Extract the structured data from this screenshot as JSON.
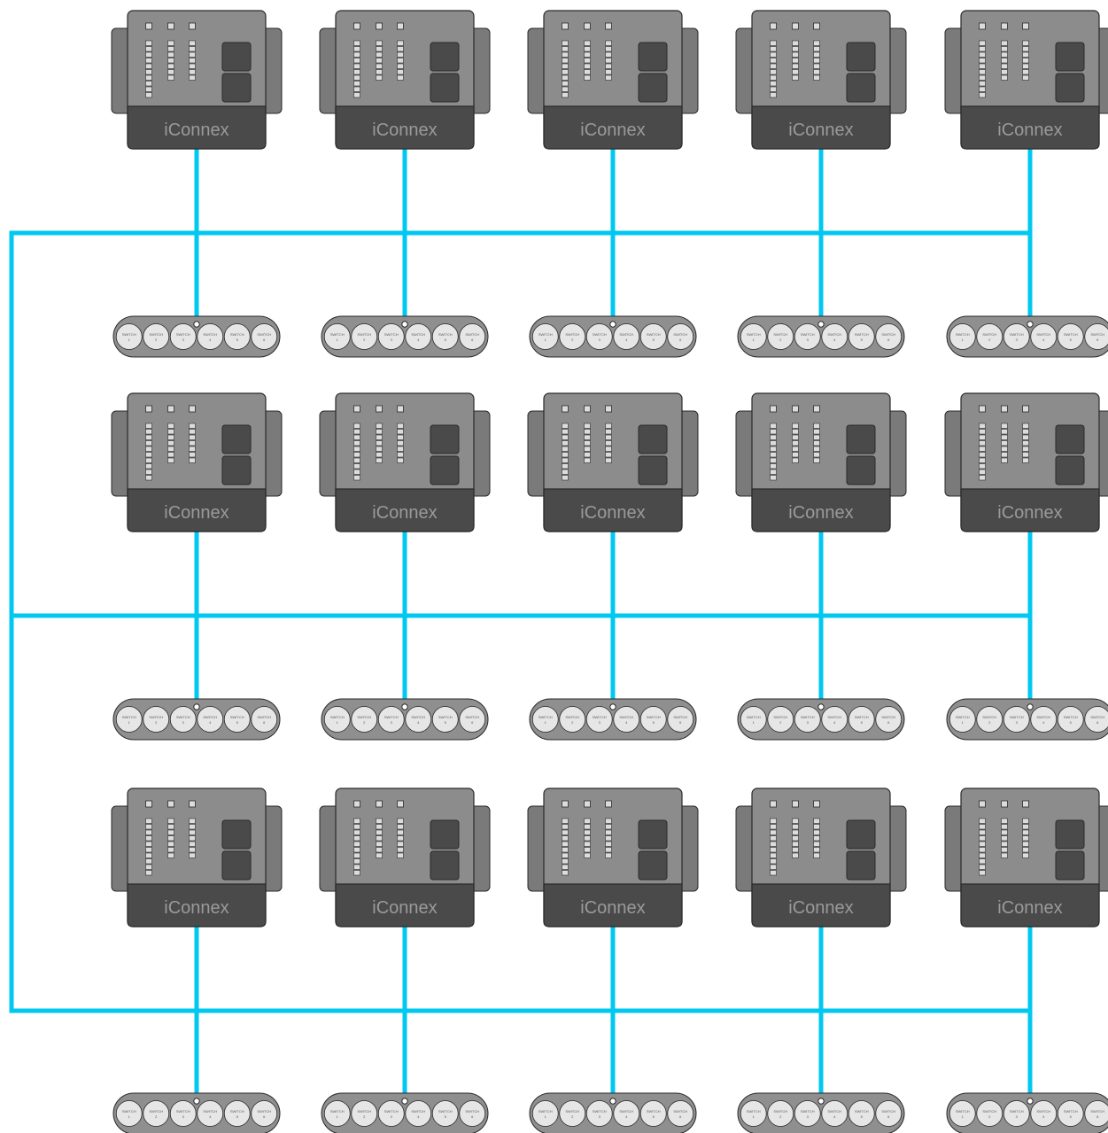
{
  "diagram": {
    "device": {
      "brand_label": "iConnex",
      "count_per_row": 5,
      "rows": 3
    },
    "switch_bank": {
      "switch_label": "SWITCH",
      "switch_numbers": [
        "1",
        "2",
        "3",
        "4",
        "5",
        "6"
      ]
    },
    "colors": {
      "bus": "#00c8f0",
      "device_body": "#8c8c8c",
      "device_bar": "#4a4a4a",
      "device_side": "#7a7a7a",
      "button": "#4a4a4a",
      "led": "#dcdcdc",
      "switch_bank": "#8f8f8f",
      "switch_knob": "#e6e6e6",
      "outline": "#2a2a2a"
    }
  }
}
